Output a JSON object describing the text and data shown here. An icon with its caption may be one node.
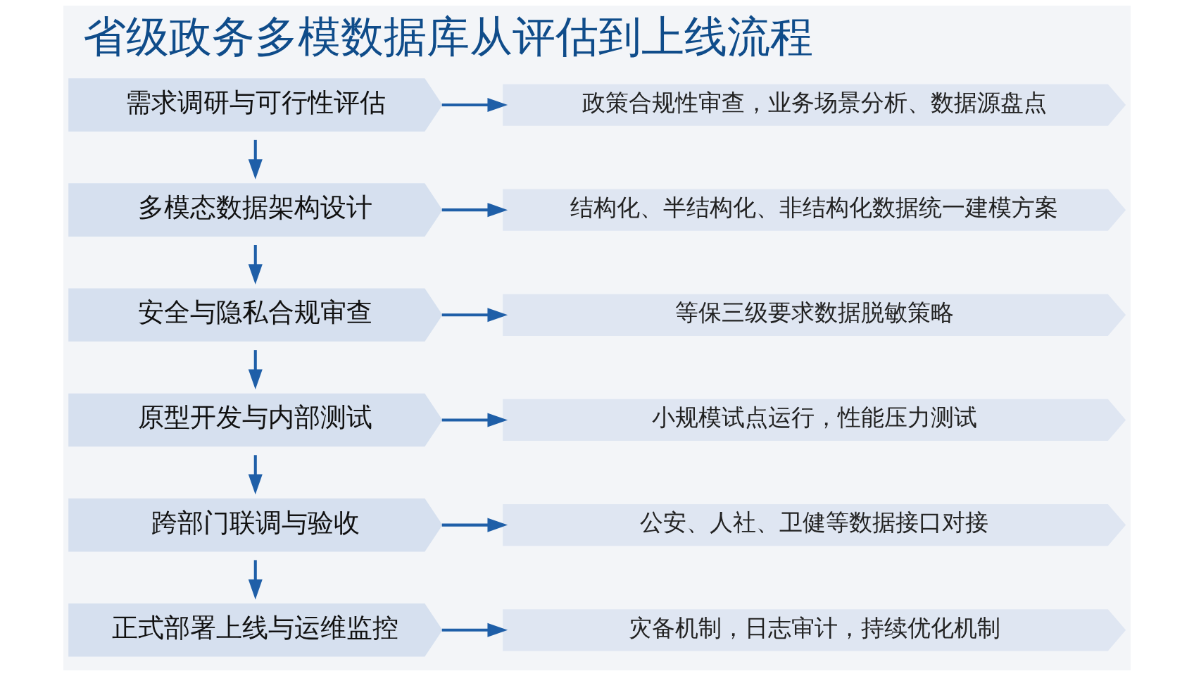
{
  "diagram": {
    "title": "省级政务多模数据库从评估到上线流程",
    "nodes": [
      {
        "text": [
          "需求调研与可行性评估"
        ]
      },
      {
        "text": [
          "政策合规性审查，业务场景分析、数据源盘点"
        ]
      },
      {
        "text": [
          "多模态数据架构设计"
        ]
      },
      {
        "text": [
          "结构化、半结构化、非结构化数据统一建模方案"
        ]
      },
      {
        "text": [
          "安全与隐私合规审查"
        ]
      },
      {
        "text": [
          "等保三级要求数据脱敏策略"
        ]
      },
      {
        "text": [
          "原型开发与内部测试"
        ]
      },
      {
        "text": [
          "小规模试点运行，性能压力测试"
        ]
      },
      {
        "text": [
          "跨部门联调与验收"
        ]
      },
      {
        "text": [
          "公安、人社、卫健等数据接口对接"
        ]
      },
      {
        "text": [
          "正式部署上线与运维监控"
        ]
      },
      {
        "text": [
          "灾备机制，日志审计，持续优化机制"
        ]
      }
    ],
    "edges": [
      {
        "from": 0,
        "to": 1,
        "arrow": "to"
      },
      {
        "from": 0,
        "to": 2,
        "arrow": "to"
      },
      {
        "from": 2,
        "to": 3,
        "arrow": "to"
      },
      {
        "from": 2,
        "to": 4,
        "arrow": "to"
      },
      {
        "from": 4,
        "to": 5,
        "arrow": "to"
      },
      {
        "from": 4,
        "to": 6,
        "arrow": "to"
      },
      {
        "from": 6,
        "to": 7,
        "arrow": "to"
      },
      {
        "from": 6,
        "to": 8,
        "arrow": "to"
      },
      {
        "from": 8,
        "to": 9,
        "arrow": "to"
      },
      {
        "from": 8,
        "to": 10,
        "arrow": "to"
      },
      {
        "from": 10,
        "to": 11,
        "arrow": "to"
      }
    ]
  }
}
